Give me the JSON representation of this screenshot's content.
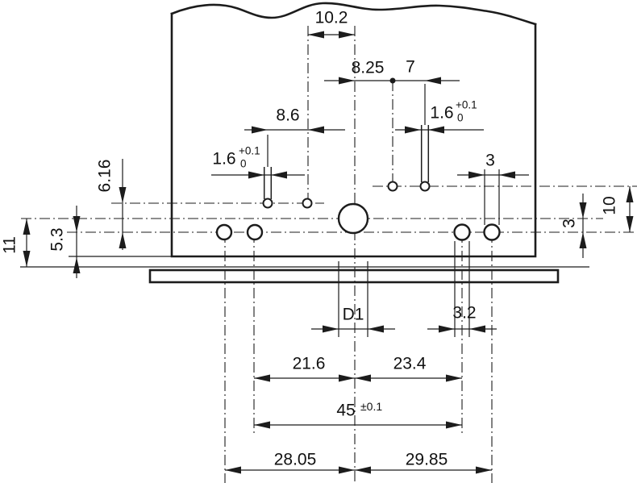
{
  "drawing": {
    "kind": "technical-dimension-drawing",
    "colors": {
      "line": "#1c1c1c",
      "background": "#ffffff"
    },
    "dims": {
      "top_width": "10.2",
      "upper_right_offset": "8.25",
      "upper_right_pitch": "7",
      "upper_left_pitch": "8.6",
      "slot_left": {
        "value": "1.6",
        "tol_plus": "+0.1",
        "tol_minus": "0"
      },
      "slot_right": {
        "value": "1.6",
        "tol_plus": "+0.1",
        "tol_minus": "0"
      },
      "hole_right_dia": "3",
      "left_upper_height": "6.16",
      "left_total_height": "11",
      "left_lower_height": "5.3",
      "right_row_offset": "3",
      "right_height": "10",
      "center_hole_dia": "D1",
      "lower_left_hole_dia": "3.2",
      "lower_left_pitch": "21.6",
      "lower_right_pitch": "23.4",
      "hole_span": {
        "value": "45",
        "tol": "±0.1"
      },
      "bottom_left_span": "28.05",
      "bottom_right_span": "29.85"
    }
  }
}
